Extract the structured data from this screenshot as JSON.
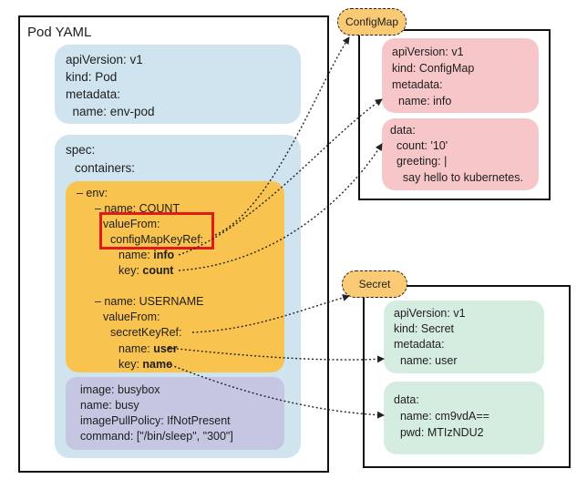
{
  "pod": {
    "title": "Pod YAML",
    "meta": [
      "apiVersion: v1",
      "kind: Pod",
      "metadata:",
      "  name: env-pod"
    ],
    "spec_head": [
      "spec:",
      "containers:"
    ],
    "env_head": "– env:",
    "count_name": "– name: COUNT",
    "count_valueFrom": "valueFrom:",
    "count_ref": "configMapKeyRef:",
    "count_key_name_label": "name: ",
    "count_key_name_value": "info",
    "count_key_key_label": "key: ",
    "count_key_key_value": "count",
    "user_name": "– name: USERNAME",
    "user_valueFrom": "valueFrom:",
    "user_ref": "secretKeyRef:",
    "user_key_name_label": "name: ",
    "user_key_name_value": "user",
    "user_key_key_label": "key: ",
    "user_key_key_value": "name",
    "container": [
      "image: busybox",
      "name: busy",
      "imagePullPolicy: IfNotPresent",
      "command: [\"/bin/sleep\", \"300\"]"
    ]
  },
  "configmap": {
    "label": "ConfigMap",
    "meta": [
      "apiVersion: v1",
      "kind: ConfigMap",
      "metadata:",
      "  name: info"
    ],
    "data": [
      "data:",
      "  count: '10'",
      "  greeting: |",
      "    say hello to kubernetes."
    ]
  },
  "secret": {
    "label": "Secret",
    "meta": [
      "apiVersion: v1",
      "kind: Secret",
      "metadata:",
      "  name: user"
    ],
    "data": [
      "data:",
      "  name: cm9vdA==",
      "  pwd: MTIzNDU2"
    ]
  },
  "colors": {
    "blue": "#cfe4ee",
    "yellow": "#f9c34f",
    "lavender": "#c4c6e2",
    "pink": "#f6c6c8",
    "green": "#d5ece1",
    "pill": "#fbca75",
    "highlight": "#e01b1b"
  }
}
